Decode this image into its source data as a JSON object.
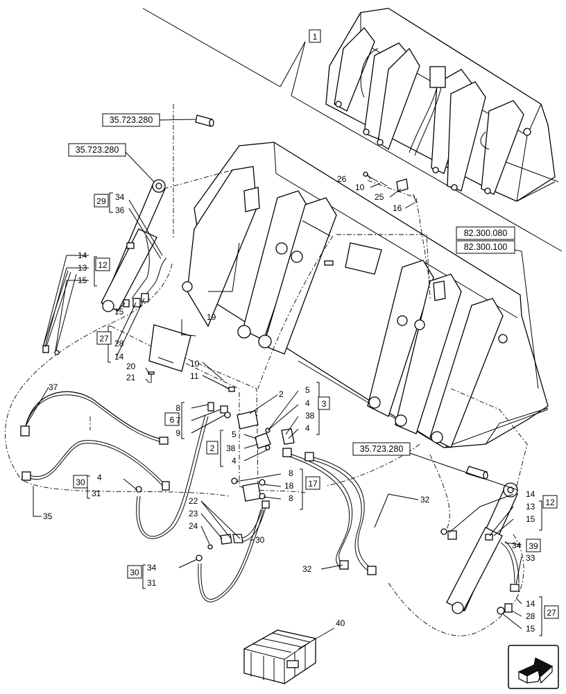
{
  "references": [
    {
      "id": "ref_top_pin",
      "text": "35.723.280"
    },
    {
      "id": "ref_left_cyl",
      "text": "35.723.280"
    },
    {
      "id": "ref_right_cyl",
      "text": "35.723.280"
    },
    {
      "id": "ref_bucket_a",
      "text": "82.300.080"
    },
    {
      "id": "ref_bucket_b",
      "text": "82.300.100"
    }
  ],
  "boxed_labels": [
    "1",
    "29",
    "12",
    "27",
    "6",
    "2",
    "3",
    "17",
    "30",
    "30",
    "12",
    "39",
    "27"
  ],
  "callouts": {
    "c26": "26",
    "c10a": "10",
    "c25": "25",
    "c16": "16",
    "c34a": "34",
    "c36": "36",
    "c14a": "14",
    "c13a": "13",
    "c15a": "15",
    "c15b": "15",
    "c28a": "28",
    "c14b": "14",
    "c19": "19",
    "c20": "20",
    "c21": "21",
    "c10b": "10",
    "c11": "11",
    "c37": "37",
    "c8a": "8",
    "c7": "7",
    "c9": "9",
    "c2": "2",
    "c5a": "5",
    "c4a": "4",
    "c38a": "38",
    "c4b": "4",
    "c5b": "5",
    "c38b": "38",
    "c4c": "4",
    "c8b": "8",
    "c18": "18",
    "c8c": "8",
    "c4d": "4",
    "c31a": "31",
    "c35": "35",
    "c22": "22",
    "c23": "23",
    "c24": "24",
    "c30": "30",
    "c34b": "34",
    "c31b": "31",
    "c32a": "32",
    "c32b": "32",
    "c14c": "14",
    "c13b": "13",
    "c15c": "15",
    "c34c": "34",
    "c33": "33",
    "c14d": "14",
    "c28b": "28",
    "c15d": "15",
    "c40": "40"
  },
  "nav_icon": "next-page-arrow-icon"
}
